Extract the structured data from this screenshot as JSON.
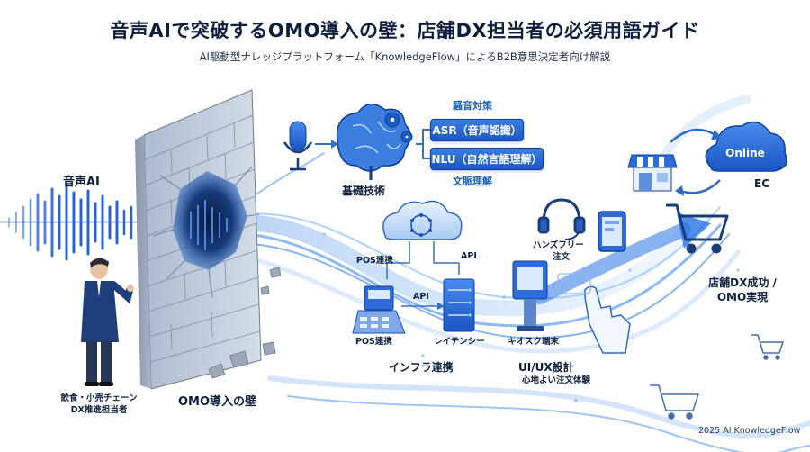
{
  "title": "音声AIで突破するOMO導入の壁：店舗DX担当者の必須用語ガイド",
  "subtitle": "AI駆動型ナレッジプラットフォーム「KnowledgeFlow」によるB2B意思決定者向け解説",
  "left": {
    "voice_ai": "音声AI",
    "persona_line1": "飲食・小売チェーン",
    "persona_line2": "DX推進担当者",
    "wall": "OMO導入の壁"
  },
  "foundation": {
    "noise": "騒音対策",
    "asr": "ASR（音声認識）",
    "nlu": "NLU（自然言語理解）",
    "context": "文脈理解",
    "label": "基礎技術"
  },
  "infra": {
    "pos_link_top": "POS連携",
    "api_top": "API",
    "api_mid": "API",
    "pos_link_bottom": "POS連携",
    "latency": "レイテンシー",
    "label": "インフラ連携"
  },
  "uiux": {
    "handsfree_line1": "ハンズフリー",
    "handsfree_line2": "注文",
    "kiosk": "キオスク端末",
    "label": "UI/UX設計",
    "sub": "心地よい注文体験"
  },
  "goal": {
    "online": "Online",
    "ec": "EC",
    "success_line1": "店舗DX成功 /",
    "success_line2": "OMO実現"
  },
  "credit": "2025 AI KnowledgeFlow"
}
